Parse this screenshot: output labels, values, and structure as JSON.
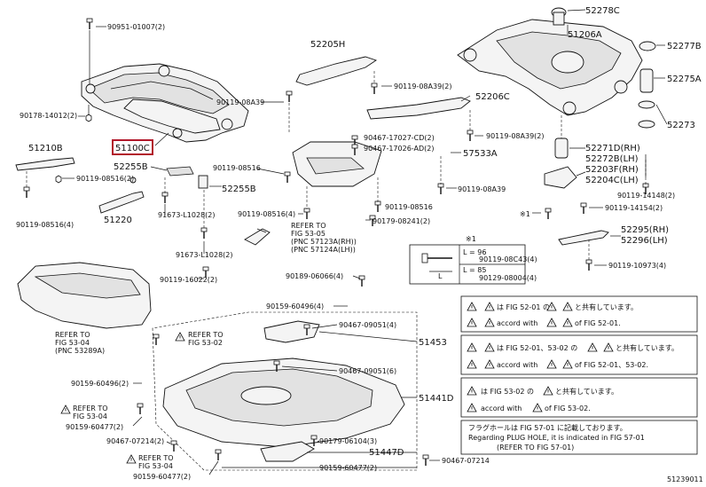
{
  "highlight_color": "#b2182b",
  "labels": {
    "p52278c": "52278C",
    "p90951": "90951-01007(2)",
    "p52205h": "52205H",
    "p51206a": "51206A",
    "p52277b": "52277B",
    "p90119_08a39_a": "90119-08A39",
    "p90119_08a39_b": "90119-08A39(2)",
    "p52206c": "52206C",
    "p52275a": "52275A",
    "p52273": "52273",
    "p90178": "90178-14012(2)",
    "p51100c": "51100C",
    "p51210b": "51210B",
    "p90467_cd": "90467-17027-CD(2)",
    "p90467_ad": "90467-17026-AD(2)",
    "p57533a": "57533A",
    "p90119_08a39_c": "90119-08A39(2)",
    "p52271d": "52271D(RH)",
    "p52272b": "52272B(LH)",
    "p52203f": "52203F(RH)",
    "p52204c": "52204C(LH)",
    "p52255b": "52255B",
    "p90119_08516_a": "90119-08516",
    "p90119_08516_b": "90119-08516(2)",
    "p90119_08a39_d": "90119-08A39",
    "p90119_14148": "90119-14148(2)",
    "p52255b2": "52255B",
    "p91673_a": "91673-L1028(2)",
    "p51220": "51220",
    "p90119_08516_c": "90119-08516",
    "p90119_08516_d": "90119-08516(4)",
    "p90119_08516_e": "90119-08516(4)",
    "p90179_08241": "90179-08241(2)",
    "p_star1": "※1",
    "p90119_14154": "90119-14154(2)",
    "p52295": "52295(RH)",
    "p52296": "52296(LH)",
    "p90119_10973": "90119-10973(4)",
    "refer_57123_1": "REFER TO",
    "refer_57123_2": "FIG 53-05",
    "refer_57123_3": "(PNC 57123A(RH))",
    "refer_57123_4": "(PNC 57124A(LH))",
    "p91673_b": "91673-L1028(2)",
    "p90119_16022": "90119-16022(2)",
    "p90189": "90189-06066(4)",
    "p90159_60496_a": "90159-60496(4)",
    "p90467_09051_a": "90467-09051(4)",
    "p51453": "51453",
    "p90467_09051_b": "90467-09051(6)",
    "p51441d": "51441D",
    "p90159_60496_b": "90159-60496(2)",
    "refer_5302_1": "REFER TO",
    "refer_5302_2": "FIG 53-02",
    "refer_5304a_1": "REFER TO",
    "refer_5304a_2": "FIG 53-04",
    "p90159_60477_a": "90159-60477(2)",
    "p90467_07214_a": "90467-07214(2)",
    "refer_5304b_1": "REFER TO",
    "refer_5304b_2": "FIG 53-04",
    "p90159_60477_b": "90159-60477(2)",
    "p90179_06104": "90179-06104(3)",
    "p51447d": "51447D",
    "p90159_60477_c": "90159-60477(2)",
    "p90467_07214_b": "90467-07214",
    "refer_53894_1": "REFER TO",
    "refer_53894_2": "FIG 53-04",
    "refer_53894_3": "(PNC 53289A)",
    "fig_code": "51239011"
  },
  "table": {
    "title": "※1",
    "rows": [
      {
        "len": "L = 96",
        "part": "90119-08C43(4)"
      },
      {
        "len": "L = 85",
        "part": "90129-08004(4)"
      }
    ]
  },
  "notes": {
    "n1a": "は FIG 52-01 の",
    "n1b": "と共有しています。",
    "n1c": "accord with",
    "n1d": "of FIG 52-01.",
    "n2a": "は FIG 52-01、53-02 の",
    "n2b": "と共有しています。",
    "n2c": "accord with",
    "n2d": "of FIG 52-01、53-02.",
    "n3a": "は FIG 53-02 の",
    "n3b": "と共有しています。",
    "n3c": "accord with",
    "n3d": "of FIG 53-02.",
    "n4a": "フラグホールは FIG 57-01 に記載しております。",
    "n4b": "Regarding PLUG HOLE, it is indicated in FIG 57-01",
    "n4c": "(REFER TO FIG 57-01)"
  }
}
